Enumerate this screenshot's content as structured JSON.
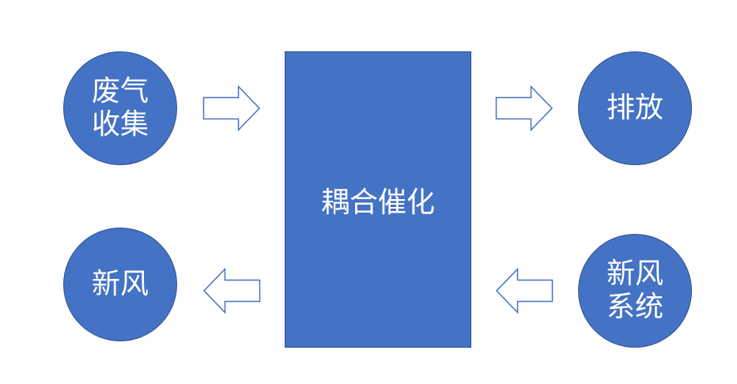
{
  "diagram": {
    "center": {
      "label": "耦合催化"
    },
    "nodes": {
      "waste_gas_collection": {
        "label": "废气收集"
      },
      "fresh_air": {
        "label": "新风"
      },
      "discharge": {
        "label": "排放"
      },
      "fresh_air_system": {
        "label": "新风系统"
      }
    },
    "connections": [
      {
        "from": "废气收集",
        "to": "耦合催化"
      },
      {
        "from": "耦合催化",
        "to": "排放"
      },
      {
        "from": "耦合催化",
        "to": "新风"
      },
      {
        "from": "新风系统",
        "to": "耦合催化"
      }
    ],
    "colors": {
      "fill": "#4472c4",
      "stroke": "#2f528f",
      "text": "#ffffff",
      "arrow_stroke": "#4472c4"
    }
  }
}
